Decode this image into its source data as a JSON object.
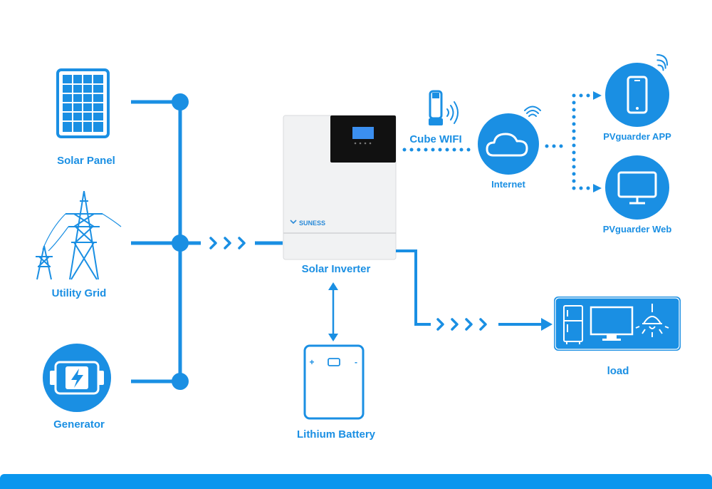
{
  "colors": {
    "accent": "#0a96ee",
    "line": "#1a8fe3",
    "inverter_body": "#f1f2f3",
    "inverter_panel": "#111111",
    "screen": "#3b8ff0"
  },
  "nodes": {
    "solar_panel": {
      "label": "Solar Panel",
      "icon": "solar-panel-icon"
    },
    "utility_grid": {
      "label": "Utility Grid",
      "icon": "power-tower-icon"
    },
    "generator": {
      "label": "Generator",
      "icon": "generator-icon"
    },
    "inverter": {
      "label": "Solar Inverter",
      "brand": "SUNESS"
    },
    "battery": {
      "label": "Lithium Battery",
      "plus": "+",
      "minus": "-"
    },
    "cube_wifi": {
      "label": "Cube WIFI",
      "icon": "wifi-dongle-icon"
    },
    "internet": {
      "label": "Internet",
      "icon": "cloud-icon"
    },
    "app": {
      "label": "PVguarder  APP",
      "icon": "smartphone-icon"
    },
    "web": {
      "label": "PVguarder  Web",
      "icon": "monitor-icon"
    },
    "load": {
      "label": "load",
      "icons": [
        "fridge-icon",
        "tv-icon",
        "lamp-icon"
      ]
    }
  }
}
